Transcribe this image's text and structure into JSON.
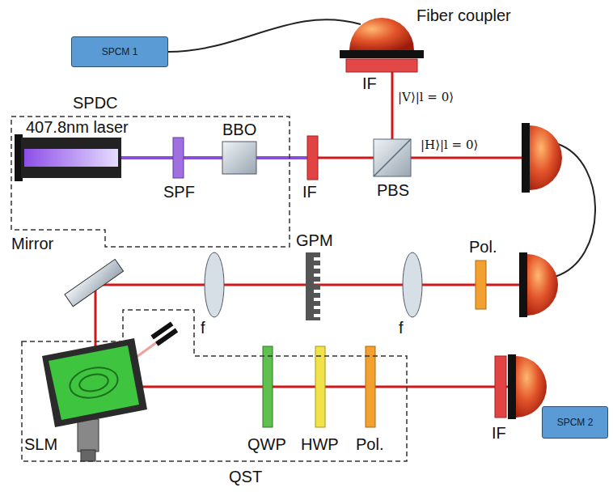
{
  "diagram": {
    "nodes": [
      {
        "text": [
          "SPDC"
        ]
      },
      {
        "text": [
          "SPCM 1"
        ]
      },
      {
        "text": [
          "SPCM 2"
        ]
      },
      {
        "text": [
          "QST"
        ]
      }
    ],
    "labels": [
      "Fiber coupler",
      "407.8nm laser",
      "SPF",
      "BBO",
      "IF",
      "IF",
      "PBS",
      "|V⟩|l = 0⟩",
      "|H⟩|l = 0⟩",
      "Mirror",
      "GPM",
      "f",
      "f",
      "Pol.",
      "QWP",
      "HWP",
      "Pol.",
      "IF",
      "SLM"
    ]
  }
}
